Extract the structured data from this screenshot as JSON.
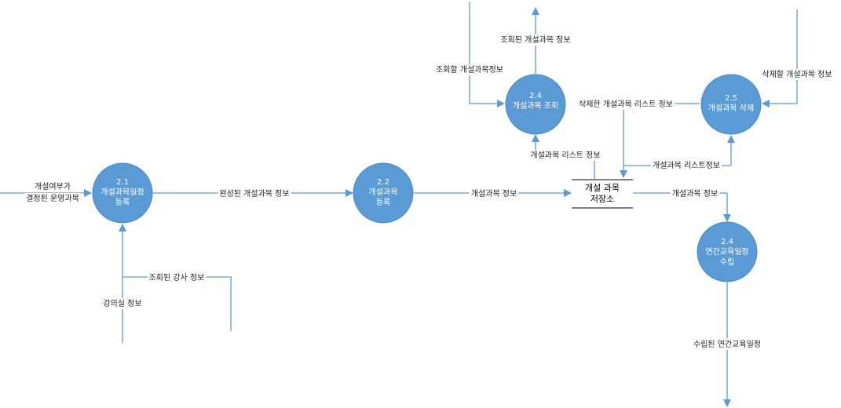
{
  "colors": {
    "node": "#5b9bd5",
    "node_stroke": "#4a88c2",
    "line": "#5b9bd5",
    "store_line": "#000000",
    "text": "#222222"
  },
  "processes": [
    {
      "id": "p21",
      "number": "2.1",
      "line1": "개설과목일정",
      "line2": "등록"
    },
    {
      "id": "p22",
      "number": "2.2",
      "line1": "개설과목",
      "line2": "등록"
    },
    {
      "id": "p24a",
      "number": "2.4",
      "line1": "개설과목 조회",
      "line2": ""
    },
    {
      "id": "p25",
      "number": "2.5",
      "line1": "개설과목 삭제",
      "line2": ""
    },
    {
      "id": "p24b",
      "number": "2.4",
      "line1": "연간교육일정",
      "line2": "수립"
    }
  ],
  "store": {
    "line1": "개설 과목",
    "line2": "저장소"
  },
  "labels": {
    "in_course_1": "개설여부가",
    "in_course_2": "결정된 운영과목",
    "completed_info": "완성된 개설과목 정보",
    "course_info_1": "개설과목 정보",
    "course_info_2": "개설과목 정보",
    "lecturer_info": "조회된 강사 정보",
    "room_info": "강의실 정보",
    "queried_info": "조회된 개설과목 정보",
    "query_info": "조회할 개설과목정보",
    "list_info_1": "개설과목 리스트 정보",
    "delete_list": "삭제한 개설과목 리스트 정보",
    "list_info_2": "개설과목 리스트정보",
    "delete_info": "삭제할 개설과목 정보",
    "annual_plan": "수립된 연간교육일정"
  }
}
